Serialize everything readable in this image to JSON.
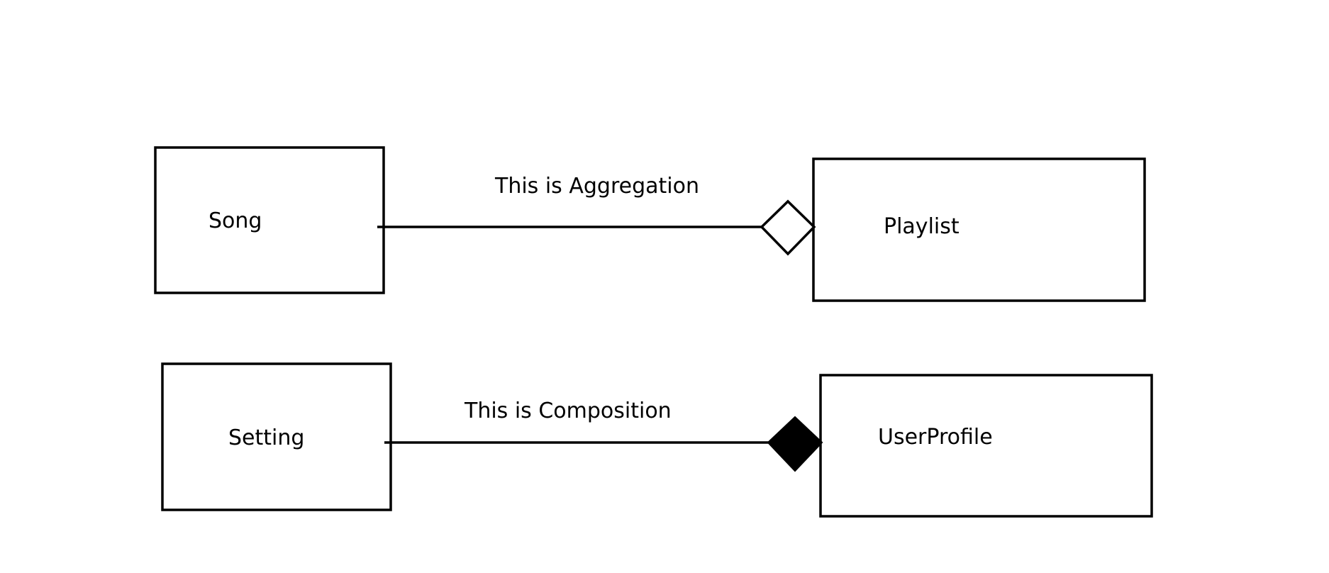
{
  "diagram": {
    "relations": [
      {
        "part": "Song",
        "whole": "Playlist",
        "label": "This is Aggregation",
        "kind": "aggregation",
        "marker": "hollow-diamond"
      },
      {
        "part": "Setting",
        "whole": "UserProfile",
        "label": "This is Composition",
        "kind": "composition",
        "marker": "filled-diamond"
      }
    ],
    "colors": {
      "stroke": "#000000",
      "background": "#ffffff"
    }
  }
}
